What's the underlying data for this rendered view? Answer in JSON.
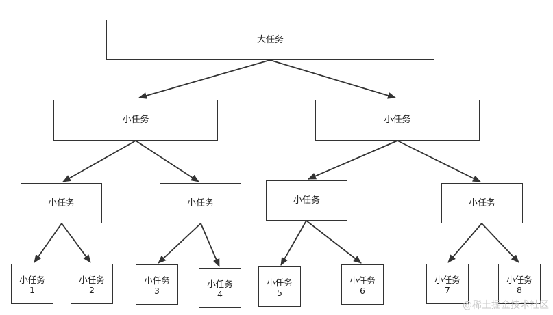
{
  "root": {
    "label": "大任务"
  },
  "level1": [
    {
      "label": "小任务"
    },
    {
      "label": "小任务"
    }
  ],
  "level2": [
    {
      "label": "小任务"
    },
    {
      "label": "小任务"
    },
    {
      "label": "小任务"
    },
    {
      "label": "小任务"
    }
  ],
  "leaves": [
    {
      "label": "小任务",
      "number": "1"
    },
    {
      "label": "小任务",
      "number": "2"
    },
    {
      "label": "小任务",
      "number": "3"
    },
    {
      "label": "小任务",
      "number": "4"
    },
    {
      "label": "小任务",
      "number": "5"
    },
    {
      "label": "小任务",
      "number": "6"
    },
    {
      "label": "小任务",
      "number": "7"
    },
    {
      "label": "小任务",
      "number": "8"
    }
  ],
  "watermark": "@稀土掘金技术社区",
  "colors": {
    "stroke": "#333333",
    "text": "#222222",
    "watermark": "#c9c9c9"
  }
}
